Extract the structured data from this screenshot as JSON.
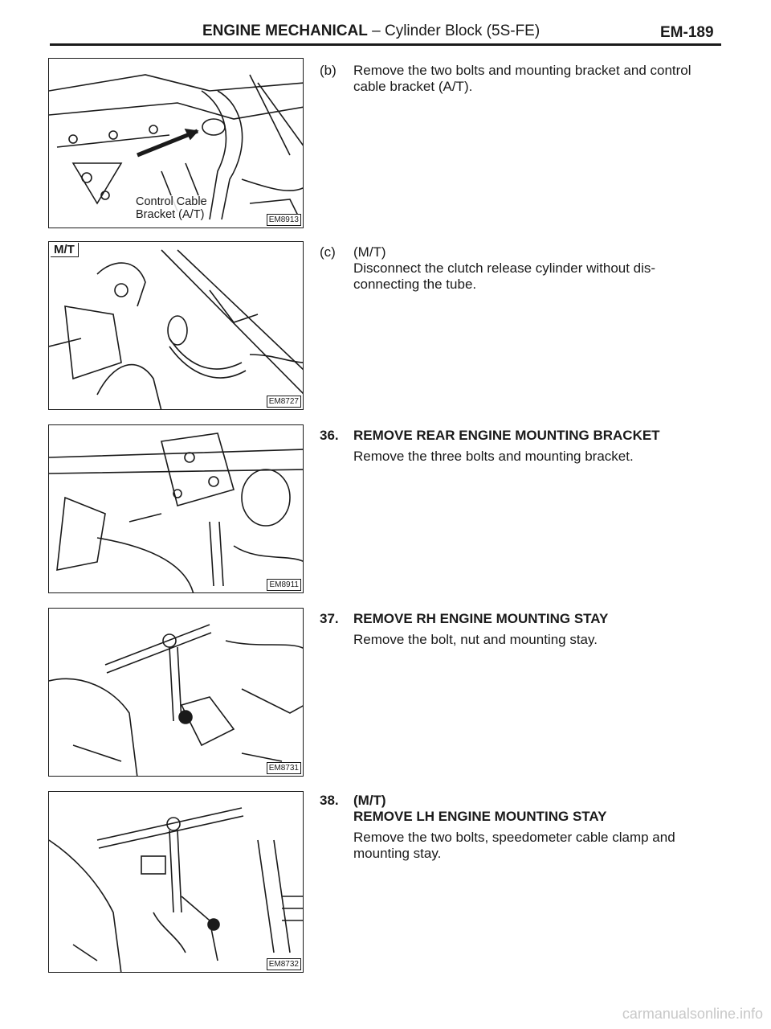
{
  "header": {
    "section": "ENGINE MECHANICAL",
    "subtitle": " – Cylinder Block (5S-FE)",
    "page": "EM-189"
  },
  "figures": [
    {
      "code": "EM8913",
      "callout": [
        "Control Cable",
        "Bracket (A/T)"
      ]
    },
    {
      "code": "EM8727",
      "tag": "M/T"
    },
    {
      "code": "EM8911"
    },
    {
      "code": "EM8731"
    },
    {
      "code": "EM8732"
    }
  ],
  "steps": {
    "b": {
      "label": "(b)",
      "text": "Remove the two bolts and mounting bracket and control cable bracket (A/T)."
    },
    "c": {
      "label": "(c)",
      "cond": "(M/T)",
      "text": "Disconnect the clutch release cylinder without dis-connecting the tube."
    }
  },
  "sections": [
    {
      "num": "36.",
      "title": "REMOVE REAR ENGINE MOUNTING BRACKET",
      "desc": "Remove the three bolts and mounting bracket."
    },
    {
      "num": "37.",
      "title": "REMOVE RH ENGINE MOUNTING STAY",
      "desc": "Remove the bolt, nut and mounting stay."
    },
    {
      "num": "38.",
      "cond": "(M/T)",
      "title": "REMOVE LH ENGINE MOUNTING STAY",
      "desc": "Remove the two bolts, speedometer cable clamp and mounting stay."
    }
  ],
  "footer": "carmanualsonline.info"
}
